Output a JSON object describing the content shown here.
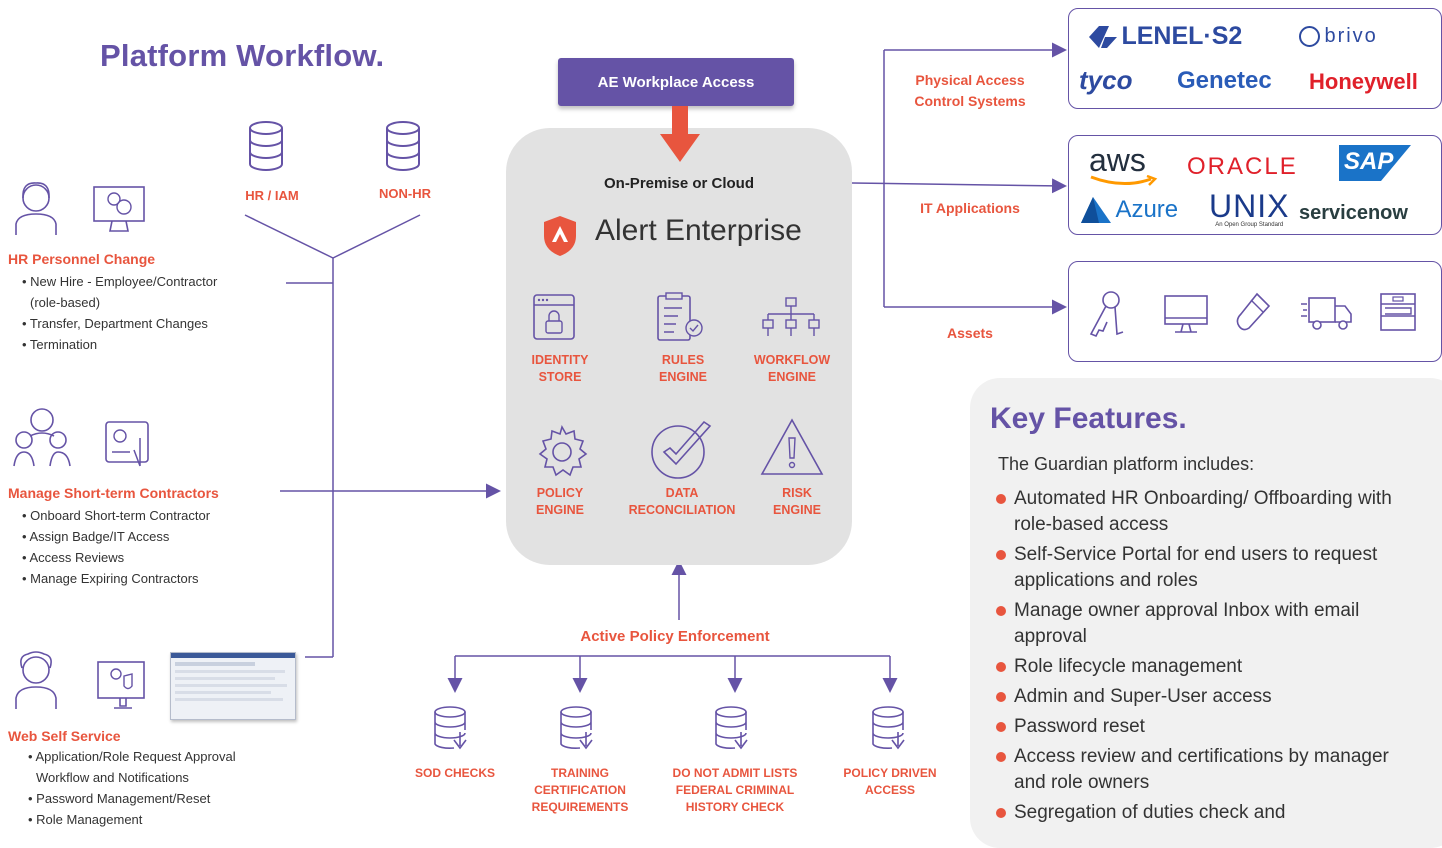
{
  "title": "Platform Workflow.",
  "sources": {
    "hr_iam": "HR / IAM",
    "non_hr": "NON-HR"
  },
  "left": {
    "hr_change": {
      "heading": "HR Personnel Change",
      "items": [
        "• New Hire - Employee/Contractor",
        "(role-based)",
        "• Transfer, Department Changes",
        "• Termination"
      ]
    },
    "contractors": {
      "heading": "Manage Short-term Contractors",
      "items": [
        "• Onboard Short-term Contractor",
        "• Assign Badge/IT Access",
        "• Access Reviews",
        "• Manage Expiring Contractors"
      ]
    },
    "self_service": {
      "heading": "Web Self Service",
      "items": [
        "• Application/Role Request Approval",
        "Workflow and Notifications",
        "• Password Management/Reset",
        "• Role Management"
      ]
    }
  },
  "center": {
    "top_box": "AE Workplace Access",
    "deployment": "On-Premise or Cloud",
    "brand": "Alert Enterprise",
    "engines": [
      {
        "label": "IDENTITY\nSTORE",
        "icon": "identity-store-icon"
      },
      {
        "label": "RULES\nENGINE",
        "icon": "rules-engine-icon"
      },
      {
        "label": "WORKFLOW\nENGINE",
        "icon": "workflow-engine-icon"
      },
      {
        "label": "POLICY\nENGINE",
        "icon": "policy-engine-icon"
      },
      {
        "label": "DATA\nRECONCILIATION",
        "icon": "data-reconciliation-icon"
      },
      {
        "label": "RISK\nENGINE",
        "icon": "risk-engine-icon"
      }
    ]
  },
  "right": {
    "physical": {
      "label": "Physical Access\nControl Systems",
      "logos": [
        "LENEL·S2",
        "brivo",
        "tyco",
        "Genetec",
        "Honeywell"
      ]
    },
    "it": {
      "label": "IT Applications",
      "logos": [
        "aws",
        "ORACLE",
        "SAP",
        "Azure",
        "UNIX",
        "An Open Group Standard",
        "servicenow"
      ]
    },
    "assets": {
      "label": "Assets",
      "icons": [
        "keys-icon",
        "monitor-icon",
        "usb-drive-icon",
        "truck-icon",
        "cabinet-icon"
      ]
    }
  },
  "enforcement": {
    "heading": "Active Policy Enforcement",
    "items": [
      "SOD CHECKS",
      "TRAINING\nCERTIFICATION\nREQUIREMENTS",
      "DO NOT ADMIT LISTS\nFEDERAL CRIMINAL\nHISTORY CHECK",
      "POLICY DRIVEN\nACCESS"
    ]
  },
  "key_features": {
    "title": "Key Features.",
    "intro": "The Guardian platform includes:",
    "items": [
      "Automated HR Onboarding/ Offboarding with role-based access",
      "Self-Service Portal for end users to request applications and roles",
      "Manage owner approval Inbox with email approval",
      "Role lifecycle management",
      "Admin and Super-User access",
      "Password reset",
      "Access review and certifications by manager and role owners",
      "Segregation of duties check and"
    ]
  },
  "colors": {
    "purple": "#6553a6",
    "orange": "#e8553e",
    "core_gray": "#e2e2e2",
    "panel_gray": "#f1f1f1"
  }
}
